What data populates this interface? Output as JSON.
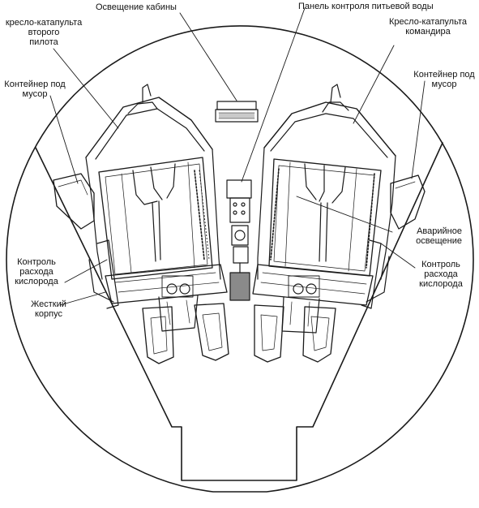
{
  "labels": {
    "cabin_lighting": "Освещение кабины",
    "water_panel": "Панель контроля питьевой воды",
    "copilot_seat": [
      "кресло-катапульта",
      "второго",
      "пилота"
    ],
    "commander_seat": [
      "Кресло-катапульта",
      "командира"
    ],
    "waste_left": [
      "Контейнер под",
      "мусор"
    ],
    "waste_right": [
      "Контейнер под",
      "мусор"
    ],
    "emergency_light": [
      "Аварийное",
      "освещение"
    ],
    "oxygen_left": [
      "Контроль",
      "расхода",
      "кислорода"
    ],
    "oxygen_right": [
      "Контроль",
      "расхода",
      "кислорода"
    ],
    "hard_shell": [
      "Жесткий",
      "корпус"
    ]
  },
  "colors": {
    "ink": "#1a1a1a",
    "paper": "#ffffff"
  }
}
